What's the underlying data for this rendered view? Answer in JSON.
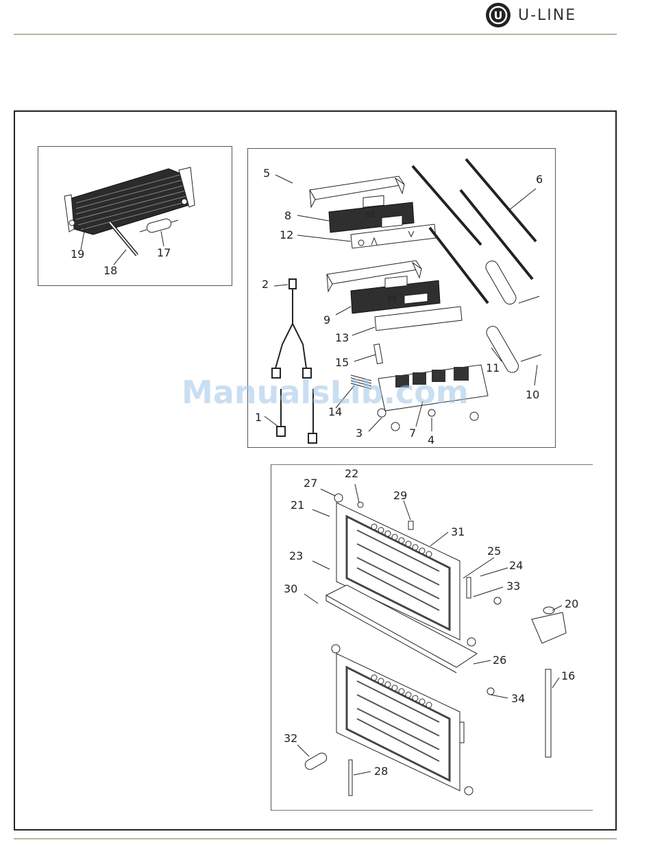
{
  "header": {
    "brand_name": "U-LINE",
    "logo_letter": "U"
  },
  "watermark": "ManualsLib.com",
  "panels": {
    "coil": {
      "callouts": [
        "19",
        "18",
        "17"
      ]
    },
    "controls": {
      "callouts": [
        "5",
        "6",
        "8",
        "12",
        "2",
        "9",
        "13",
        "15",
        "11",
        "10",
        "14",
        "1",
        "3",
        "7",
        "4"
      ]
    },
    "evaporator": {
      "callouts": [
        "27",
        "22",
        "21",
        "29",
        "31",
        "23",
        "25",
        "24",
        "33",
        "30",
        "20",
        "26",
        "16",
        "34",
        "32",
        "28"
      ]
    }
  },
  "display": {
    "readout_1": "88",
    "readout_2": "88"
  },
  "colors": {
    "rule": "#b9b3a3",
    "frame": "#222222",
    "watermark": "#9fc4e8"
  }
}
